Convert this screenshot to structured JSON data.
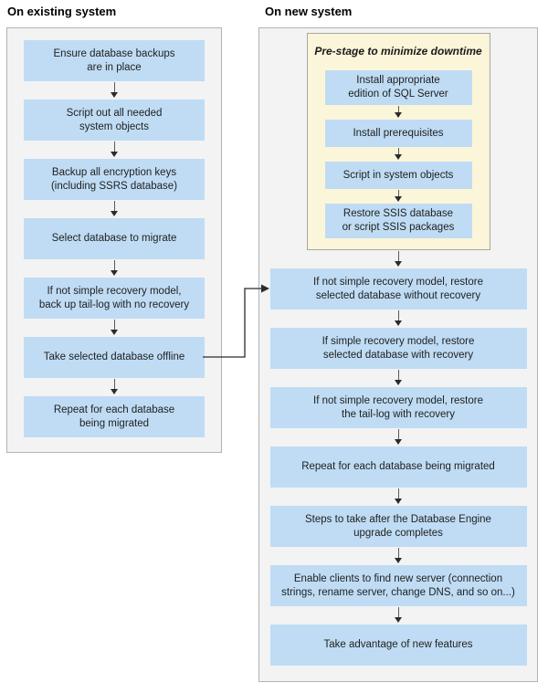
{
  "colors": {
    "box_blue": "#bfdcf4",
    "prestage_yellow": "#fbf5d9",
    "panel_gray": "#f3f3f3",
    "panel_border": "#b3b3b3",
    "arrow": "#2b2b2b",
    "text": "#1f1f1f"
  },
  "left_panel": {
    "title": "On existing system",
    "steps": [
      "Ensure database backups\nare in place",
      "Script out all needed\nsystem objects",
      "Backup all encryption keys\n(including SSRS database)",
      "Select database to migrate",
      "If not simple recovery model,\nback up tail-log with no recovery",
      "Take selected database offline",
      "Repeat for each database\nbeing migrated"
    ]
  },
  "right_panel": {
    "title": "On new system",
    "prestage": {
      "title": "Pre-stage to minimize downtime",
      "steps": [
        "Install appropriate\nedition of SQL Server",
        "Install prerequisites",
        "Script in system objects",
        "Restore SSIS database\nor script SSIS packages"
      ]
    },
    "steps": [
      "If not simple recovery model, restore\nselected database without recovery",
      "If simple recovery model, restore\nselected database with recovery",
      "If not simple recovery model, restore\nthe tail-log with recovery",
      "Repeat for each database being migrated",
      "Steps to take after the Database Engine\nupgrade completes",
      "Enable clients to find new server (connection\nstrings, rename server, change DNS, and so on...)",
      "Take advantage of new features"
    ]
  }
}
